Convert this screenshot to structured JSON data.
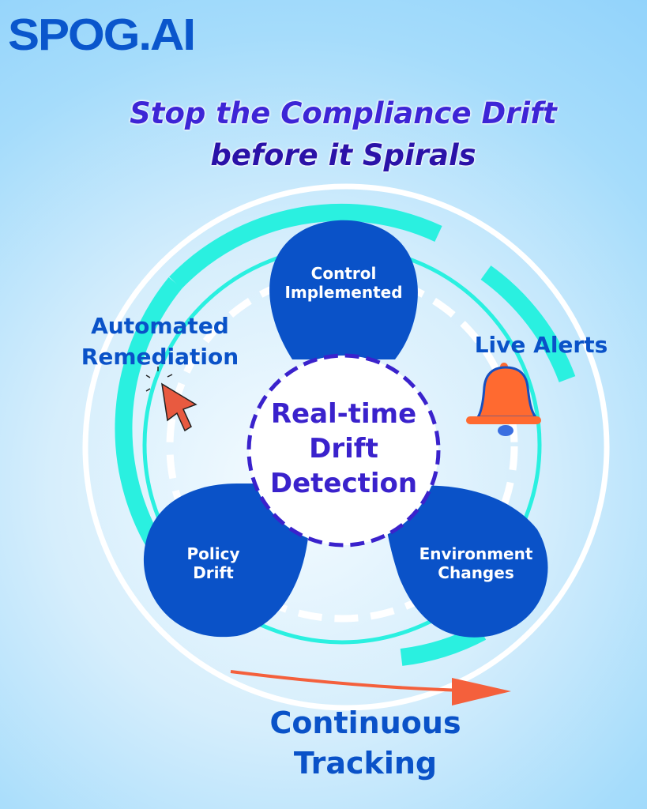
{
  "brand": {
    "logo": "SPOG.AI"
  },
  "title": {
    "line1": "Stop the Compliance Drift",
    "line2": "before it Spirals"
  },
  "center": {
    "line1": "Real-time",
    "line2": "Drift",
    "line3": "Detection"
  },
  "nodes": [
    {
      "line1": "Control",
      "line2": "Implemented"
    },
    {
      "line1": "Policy",
      "line2": "Drift"
    },
    {
      "line1": "Environment",
      "line2": "Changes"
    }
  ],
  "outer_labels": {
    "remediation": {
      "line1": "Automated",
      "line2": "Remediation",
      "icon": "cursor-icon"
    },
    "alerts": {
      "label": "Live Alerts",
      "icon": "bell-icon"
    },
    "tracking": {
      "line1": "Continuous",
      "line2": "Tracking",
      "icon": "arrow-icon"
    }
  },
  "colors": {
    "blue": "#0a52c8",
    "purple": "#3a22cc",
    "cyan": "#2af0e0",
    "orange": "#f4603c"
  }
}
